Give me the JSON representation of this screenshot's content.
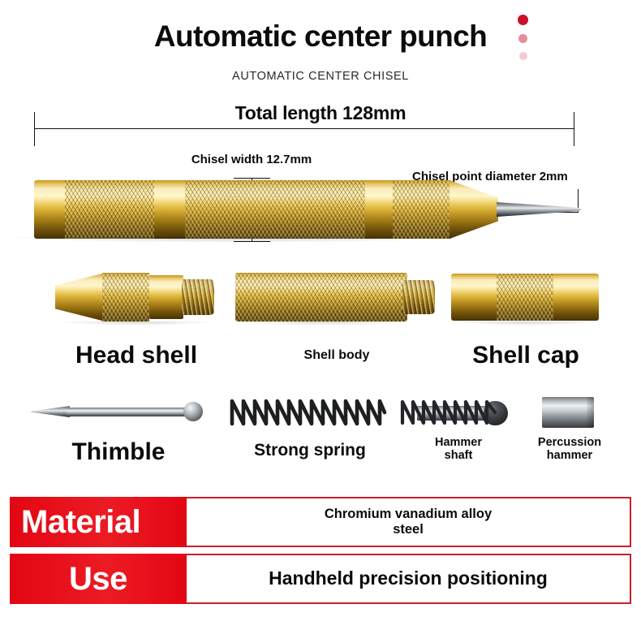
{
  "header": {
    "title": "Automatic center punch",
    "subtitle": "AUTOMATIC CENTER CHISEL",
    "accent_color": "#c9112a"
  },
  "dimensions": {
    "total_length": "Total length 128mm",
    "chisel_width": "Chisel width 12.7mm",
    "chisel_point": "Chisel point diameter 2mm"
  },
  "parts_row_1": [
    {
      "name": "head-shell",
      "label": "Head shell"
    },
    {
      "name": "shell-body",
      "label": "Shell body"
    },
    {
      "name": "shell-cap",
      "label": "Shell cap"
    }
  ],
  "parts_row_2": [
    {
      "name": "thimble",
      "label": "Thimble"
    },
    {
      "name": "strong-spring",
      "label": "Strong spring"
    },
    {
      "name": "hammer-shaft",
      "label_line1": "Hammer",
      "label_line2": "shaft"
    },
    {
      "name": "percussion-hammer",
      "label_line1": "Percussion",
      "label_line2": "hammer"
    }
  ],
  "spec_table": {
    "rows": [
      {
        "key": "Material",
        "value_line1": "Chromium vanadium alloy",
        "value_line2": "steel"
      },
      {
        "key": "Use",
        "value_line1": "Handheld precision positioning",
        "value_line2": ""
      }
    ],
    "key_bg": "#e30613",
    "border_color": "#c6202b"
  }
}
